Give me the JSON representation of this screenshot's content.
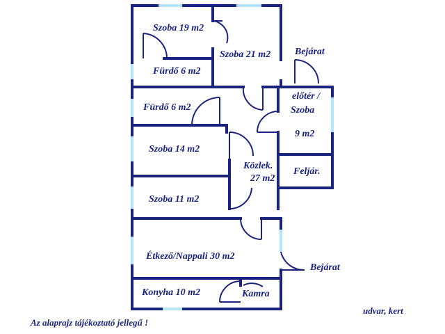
{
  "rooms": {
    "szoba19": "Szoba 19 m2",
    "szoba21": "Szoba 21 m2",
    "furdo_top": "Fürdő 6 m2",
    "furdo_mid": "Fürdő 6 m2",
    "eloter_line1": "előtér /",
    "eloter_line2": "Szoba",
    "eloter_area": "9 m2",
    "szoba14": "Szoba 14 m2",
    "kozlek_line1": "Közlek.",
    "kozlek_line2": "27 m2",
    "feljar": "Feljár.",
    "szoba11": "Szoba 11 m2",
    "etkezo": "Étkező/Nappali 30 m2",
    "konyha": "Konyha 10 m2",
    "kamra": "Kamra"
  },
  "labels": {
    "bejarat_top": "Bejárat",
    "bejarat_bottom": "Bejárat",
    "udvar": "udvar, kert",
    "disclaimer": "Az alaprajz tájékoztató jellegű !"
  },
  "colors": {
    "wall": "#1a237e",
    "window": "#b3e5fc",
    "text": "#1a237e"
  }
}
